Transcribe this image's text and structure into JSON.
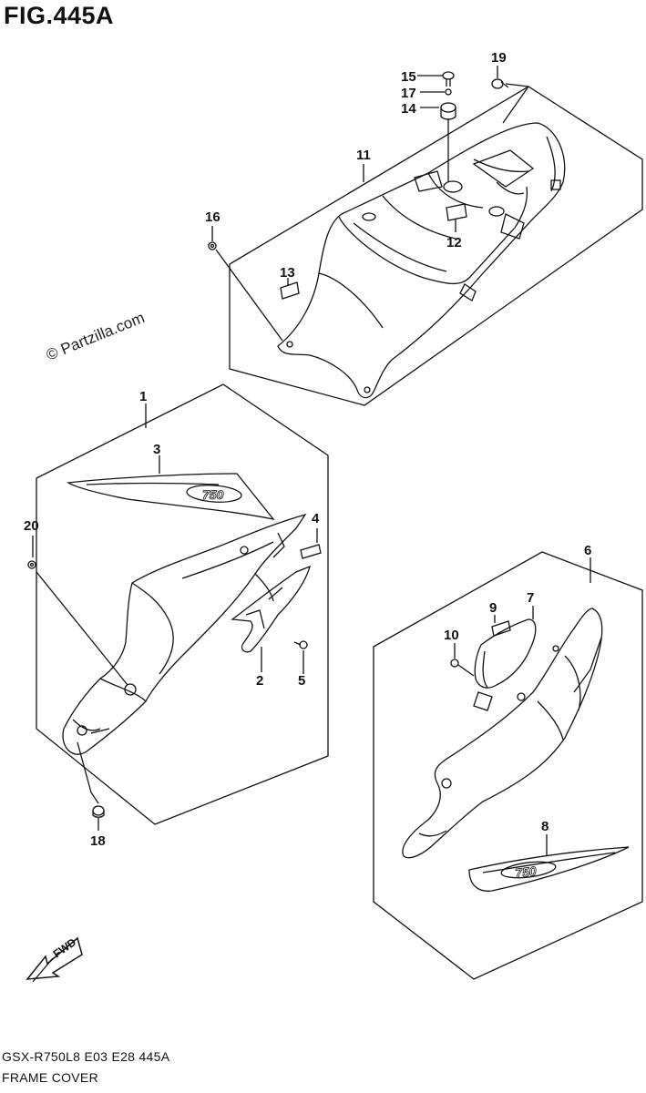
{
  "figure": {
    "title": "FIG.445A",
    "watermark": "© Partzilla.com",
    "model_code": "GSX-R750L8  E03  E28  445A",
    "section_name": "FRAME COVER"
  },
  "parts": [
    {
      "ref": "1"
    },
    {
      "ref": "2"
    },
    {
      "ref": "3"
    },
    {
      "ref": "4"
    },
    {
      "ref": "5"
    },
    {
      "ref": "6"
    },
    {
      "ref": "7"
    },
    {
      "ref": "8"
    },
    {
      "ref": "9"
    },
    {
      "ref": "10"
    },
    {
      "ref": "11"
    },
    {
      "ref": "12"
    },
    {
      "ref": "13"
    },
    {
      "ref": "14"
    },
    {
      "ref": "15"
    },
    {
      "ref": "16"
    },
    {
      "ref": "17"
    },
    {
      "ref": "18"
    },
    {
      "ref": "19"
    },
    {
      "ref": "20"
    }
  ],
  "decals": {
    "badge": "750"
  },
  "direction_arrow": {
    "label": "FWD"
  }
}
